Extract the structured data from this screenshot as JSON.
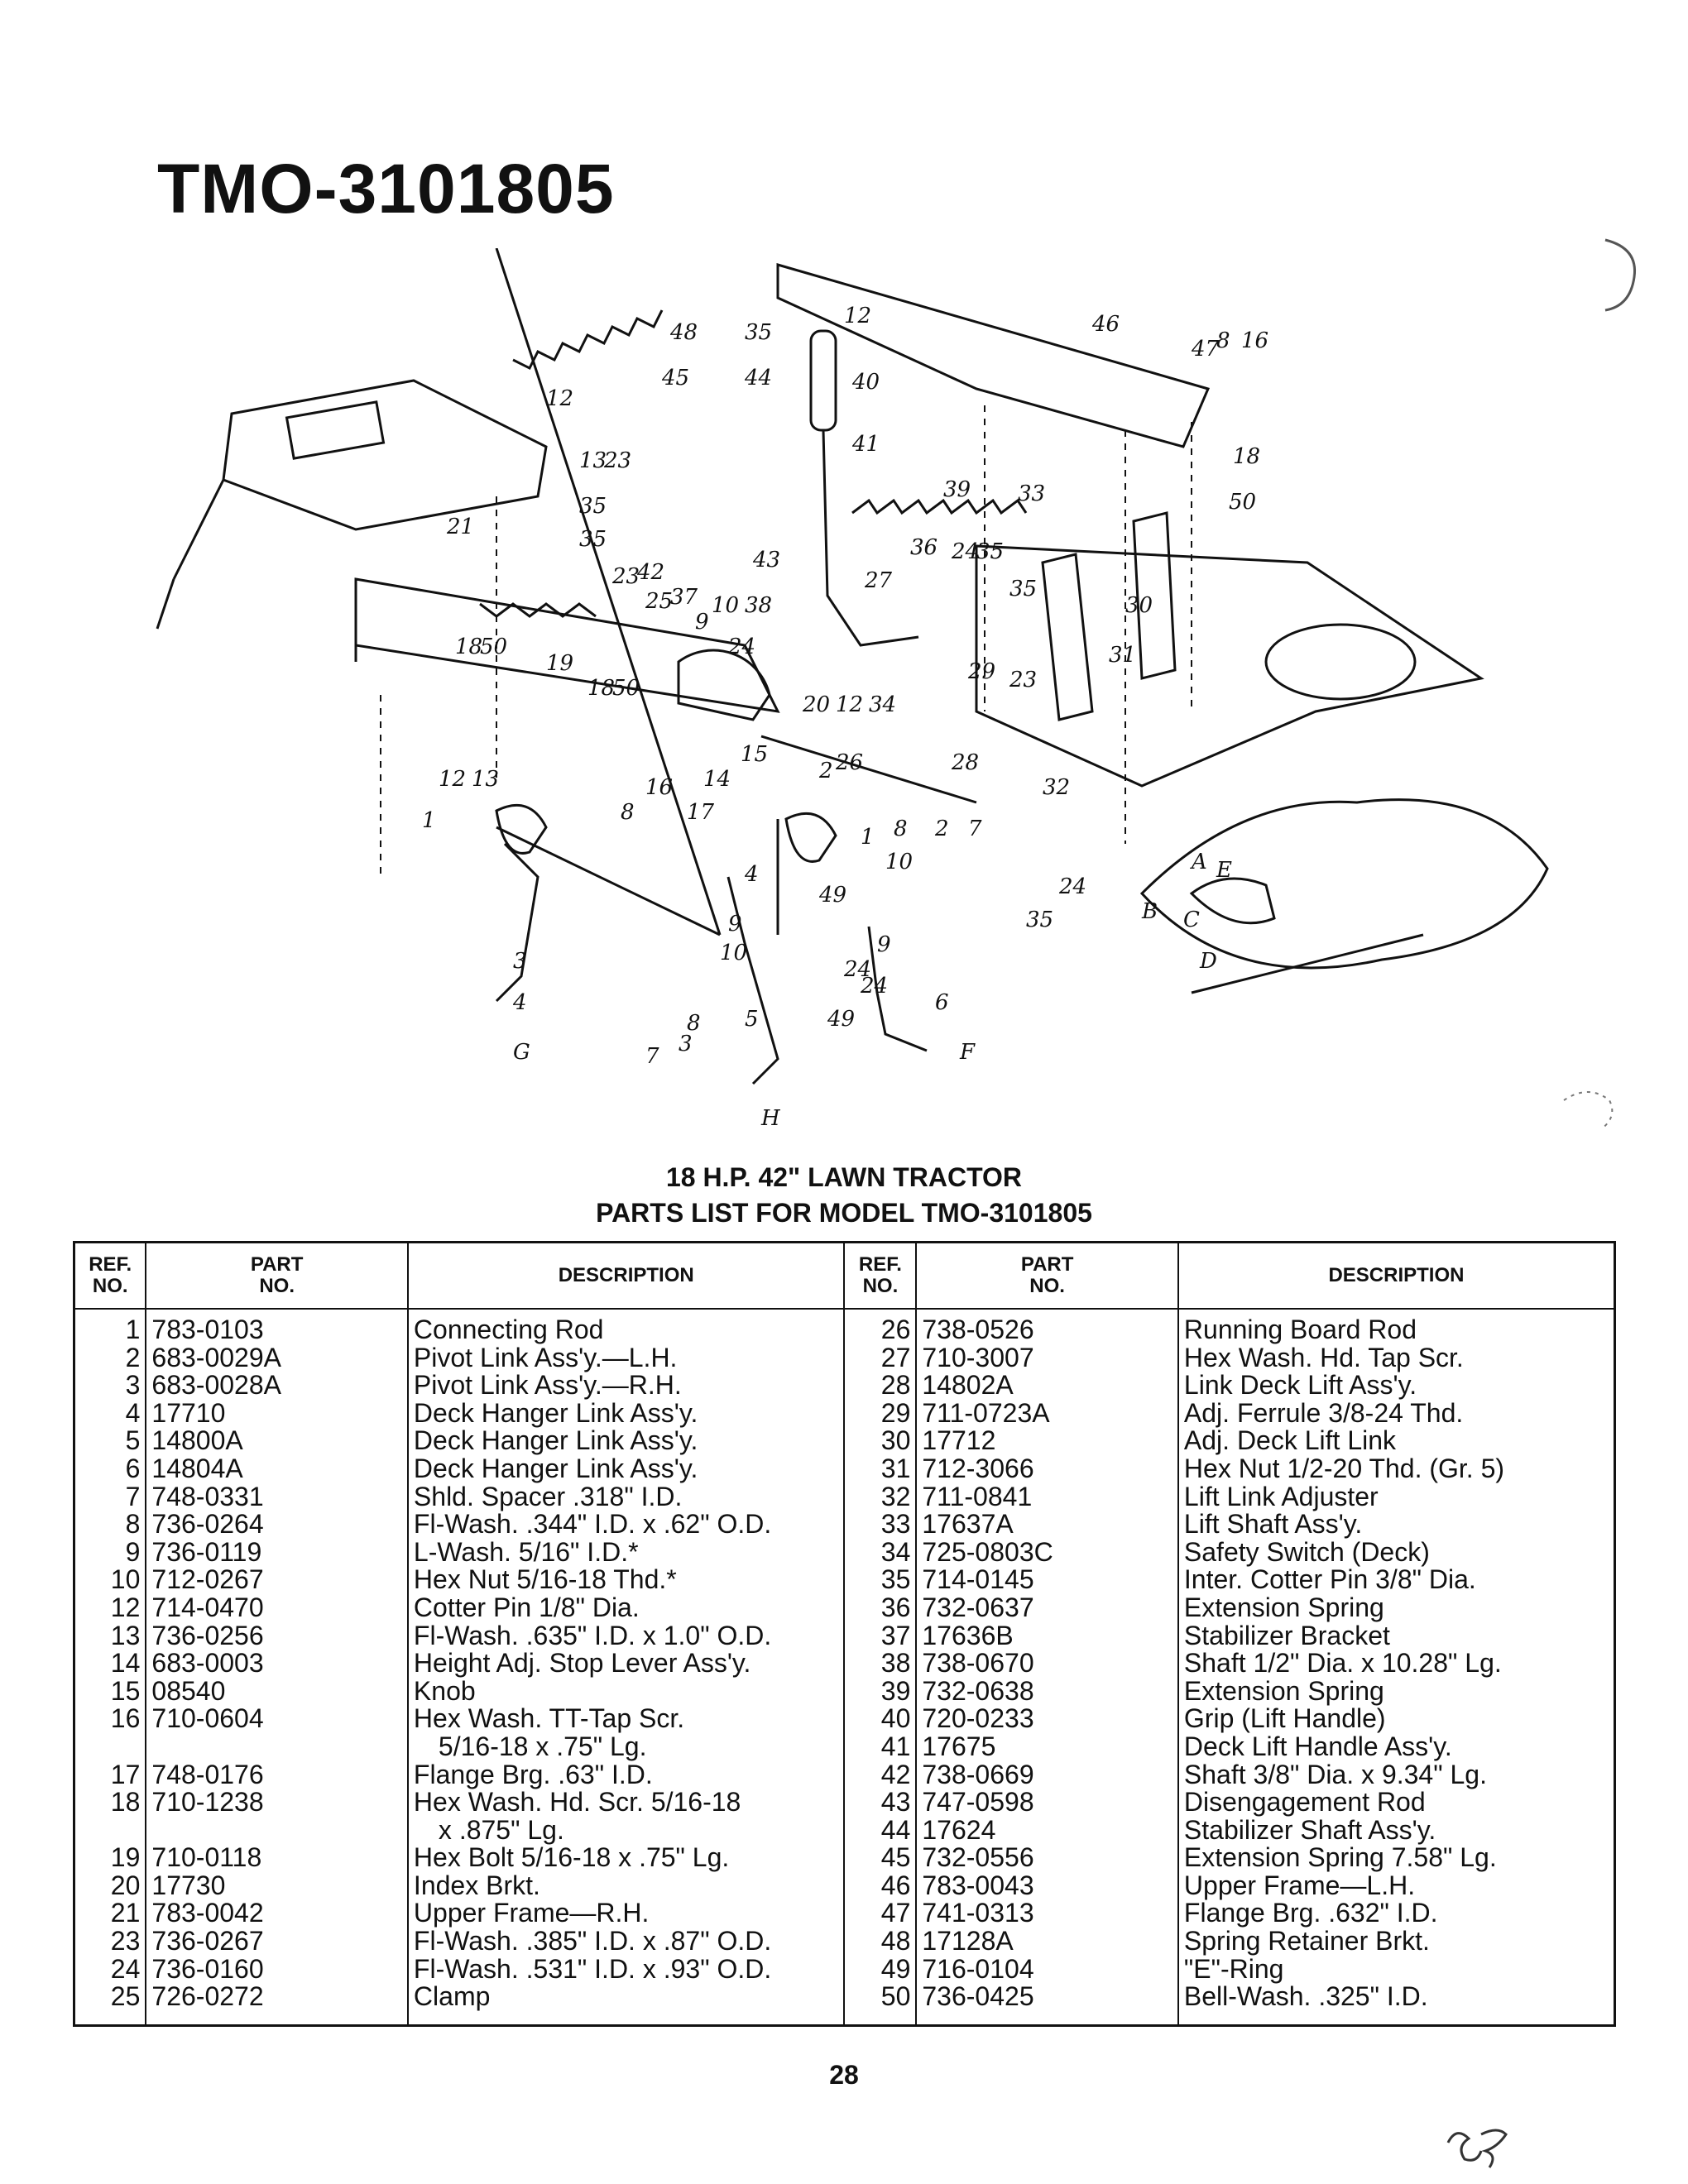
{
  "title": "TMO-3101805",
  "diagram": {
    "callouts": [
      "1",
      "2",
      "3",
      "4",
      "5",
      "6",
      "7",
      "8",
      "9",
      "10",
      "12",
      "13",
      "14",
      "15",
      "16",
      "17",
      "18",
      "19",
      "20",
      "21",
      "23",
      "24",
      "25",
      "26",
      "27",
      "28",
      "29",
      "30",
      "31",
      "32",
      "33",
      "34",
      "35",
      "36",
      "37",
      "38",
      "39",
      "40",
      "41",
      "42",
      "43",
      "44",
      "45",
      "46",
      "47",
      "48",
      "49",
      "50",
      "A",
      "B",
      "C",
      "D",
      "E",
      "F",
      "G",
      "H"
    ]
  },
  "heading_line1": "18 H.P. 42\" LAWN TRACTOR",
  "heading_line2": "PARTS LIST FOR MODEL TMO-3101805",
  "table": {
    "headers": {
      "ref_a": "REF.",
      "ref_b": "NO.",
      "part_a": "PART",
      "part_b": "NO.",
      "desc": "DESCRIPTION"
    },
    "left": [
      {
        "ref": "1",
        "part": "783-0103",
        "desc": [
          "Connecting Rod"
        ]
      },
      {
        "ref": "2",
        "part": "683-0029A",
        "desc": [
          "Pivot Link Ass'y.—L.H."
        ]
      },
      {
        "ref": "3",
        "part": "683-0028A",
        "desc": [
          "Pivot Link Ass'y.—R.H."
        ]
      },
      {
        "ref": "4",
        "part": "17710",
        "desc": [
          "Deck Hanger Link Ass'y."
        ]
      },
      {
        "ref": "5",
        "part": "14800A",
        "desc": [
          "Deck Hanger Link Ass'y."
        ]
      },
      {
        "ref": "6",
        "part": "14804A",
        "desc": [
          "Deck Hanger Link Ass'y."
        ]
      },
      {
        "ref": "7",
        "part": "748-0331",
        "desc": [
          "Shld. Spacer .318\" I.D."
        ]
      },
      {
        "ref": "8",
        "part": "736-0264",
        "desc": [
          "Fl-Wash. .344\" I.D. x .62\" O.D."
        ]
      },
      {
        "ref": "9",
        "part": "736-0119",
        "desc": [
          "L-Wash. 5/16\" I.D.*"
        ]
      },
      {
        "ref": "10",
        "part": "712-0267",
        "desc": [
          "Hex Nut 5/16-18 Thd.*"
        ]
      },
      {
        "ref": "12",
        "part": "714-0470",
        "desc": [
          "Cotter Pin 1/8\" Dia."
        ]
      },
      {
        "ref": "13",
        "part": "736-0256",
        "desc": [
          "Fl-Wash. .635\" I.D. x 1.0\" O.D."
        ]
      },
      {
        "ref": "14",
        "part": "683-0003",
        "desc": [
          "Height Adj. Stop Lever Ass'y."
        ]
      },
      {
        "ref": "15",
        "part": "08540",
        "desc": [
          "Knob"
        ]
      },
      {
        "ref": "16",
        "part": "710-0604",
        "desc": [
          "Hex Wash. TT-Tap Scr.",
          "5/16-18 x .75\" Lg."
        ]
      },
      {
        "ref": "17",
        "part": "748-0176",
        "desc": [
          "Flange Brg. .63\" I.D."
        ]
      },
      {
        "ref": "18",
        "part": "710-1238",
        "desc": [
          "Hex Wash. Hd. Scr. 5/16-18",
          "x .875\" Lg."
        ]
      },
      {
        "ref": "19",
        "part": "710-0118",
        "desc": [
          "Hex Bolt 5/16-18 x .75\" Lg."
        ]
      },
      {
        "ref": "20",
        "part": "17730",
        "desc": [
          "Index Brkt."
        ]
      },
      {
        "ref": "21",
        "part": "783-0042",
        "desc": [
          "Upper Frame—R.H."
        ]
      },
      {
        "ref": "23",
        "part": "736-0267",
        "desc": [
          "Fl-Wash. .385\" I.D. x .87\" O.D."
        ]
      },
      {
        "ref": "24",
        "part": "736-0160",
        "desc": [
          "Fl-Wash. .531\" I.D. x .93\" O.D."
        ]
      },
      {
        "ref": "25",
        "part": "726-0272",
        "desc": [
          "Clamp"
        ]
      }
    ],
    "right": [
      {
        "ref": "26",
        "part": "738-0526",
        "desc": [
          "Running Board Rod"
        ]
      },
      {
        "ref": "27",
        "part": "710-3007",
        "desc": [
          "Hex Wash. Hd. Tap Scr."
        ]
      },
      {
        "ref": "28",
        "part": "14802A",
        "desc": [
          "Link Deck Lift Ass'y."
        ]
      },
      {
        "ref": "29",
        "part": "711-0723A",
        "desc": [
          "Adj. Ferrule 3/8-24 Thd."
        ]
      },
      {
        "ref": "30",
        "part": "17712",
        "desc": [
          "Adj. Deck Lift Link"
        ]
      },
      {
        "ref": "31",
        "part": "712-3066",
        "desc": [
          "Hex Nut 1/2-20 Thd. (Gr. 5)"
        ]
      },
      {
        "ref": "32",
        "part": "711-0841",
        "desc": [
          "Lift Link Adjuster"
        ]
      },
      {
        "ref": "33",
        "part": "17637A",
        "desc": [
          "Lift Shaft Ass'y."
        ]
      },
      {
        "ref": "34",
        "part": "725-0803C",
        "desc": [
          "Safety Switch (Deck)"
        ]
      },
      {
        "ref": "35",
        "part": "714-0145",
        "desc": [
          "Inter. Cotter Pin 3/8\" Dia."
        ]
      },
      {
        "ref": "36",
        "part": "732-0637",
        "desc": [
          "Extension Spring"
        ]
      },
      {
        "ref": "37",
        "part": "17636B",
        "desc": [
          "Stabilizer Bracket"
        ]
      },
      {
        "ref": "38",
        "part": "738-0670",
        "desc": [
          "Shaft 1/2\" Dia. x 10.28\" Lg."
        ]
      },
      {
        "ref": "39",
        "part": "732-0638",
        "desc": [
          "Extension Spring"
        ]
      },
      {
        "ref": "40",
        "part": "720-0233",
        "desc": [
          "Grip (Lift Handle)"
        ]
      },
      {
        "ref": "41",
        "part": "17675",
        "desc": [
          "Deck Lift Handle Ass'y."
        ]
      },
      {
        "ref": "42",
        "part": "738-0669",
        "desc": [
          "Shaft 3/8\" Dia. x 9.34\" Lg."
        ]
      },
      {
        "ref": "43",
        "part": "747-0598",
        "desc": [
          "Disengagement Rod"
        ]
      },
      {
        "ref": "44",
        "part": "17624",
        "desc": [
          "Stabilizer Shaft Ass'y."
        ]
      },
      {
        "ref": "45",
        "part": "732-0556",
        "desc": [
          "Extension Spring 7.58\" Lg."
        ]
      },
      {
        "ref": "46",
        "part": "783-0043",
        "desc": [
          "Upper Frame—L.H."
        ]
      },
      {
        "ref": "47",
        "part": "741-0313",
        "desc": [
          "Flange Brg. .632\" I.D."
        ]
      },
      {
        "ref": "48",
        "part": "17128A",
        "desc": [
          "Spring Retainer Brkt."
        ]
      },
      {
        "ref": "49",
        "part": "716-0104",
        "desc": [
          "\"E\"-Ring"
        ]
      },
      {
        "ref": "50",
        "part": "736-0425",
        "desc": [
          "Bell-Wash. .325\" I.D."
        ]
      }
    ]
  },
  "page_number": "28"
}
